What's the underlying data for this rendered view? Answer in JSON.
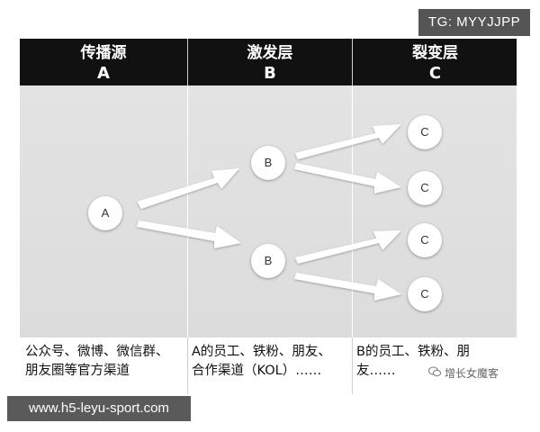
{
  "watermark_top": "TG: MYYJJPP",
  "columns": [
    {
      "title": "传播源",
      "letter": "A",
      "desc_line1": "公众号、微博、微信群、",
      "desc_line2": "朋友圈等官方渠道"
    },
    {
      "title": "激发层",
      "letter": "B",
      "desc_line1": "A的员工、铁粉、朋友、",
      "desc_line2": "合作渠道（KOL）……"
    },
    {
      "title": "裂变层",
      "letter": "C",
      "desc_line1": "B的员工、铁粉、朋",
      "desc_line2": "友……"
    }
  ],
  "nodes": {
    "a": "A",
    "b1": "B",
    "b2": "B",
    "c1": "C",
    "c2": "C",
    "c3": "C",
    "c4": "C"
  },
  "watermark_source": "增长女魔客",
  "url_badge": "www.h5-leyu-sport.com",
  "colors": {
    "header_bg": "#111111",
    "body_bg": "#dedede",
    "node_bg": "#ffffff",
    "arrow": "#ffffff"
  },
  "icons": {
    "source": "wechat-icon"
  }
}
